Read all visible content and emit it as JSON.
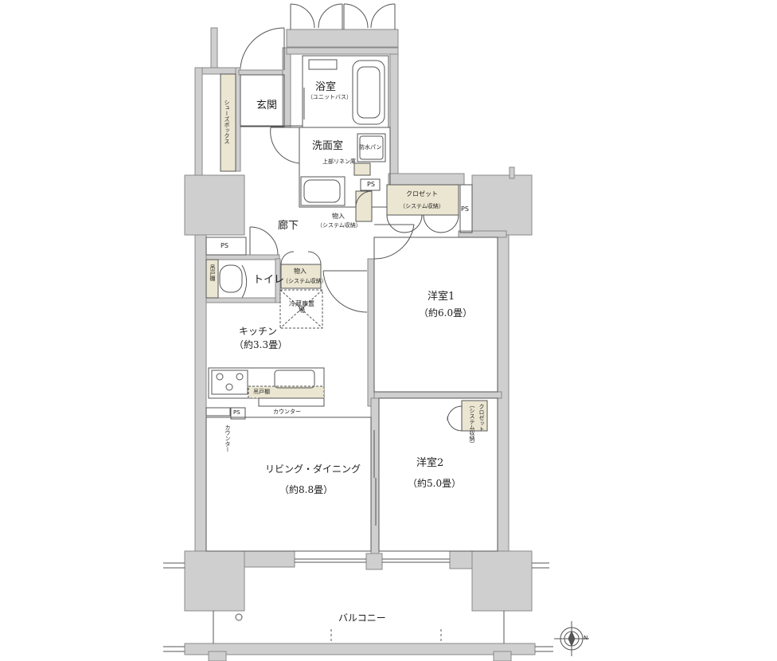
{
  "rooms": {
    "genkan": "玄関",
    "shoes_box": "シューズボックス",
    "bath": "浴室",
    "bath_note": "（ユニットバス）",
    "washroom": "洗面室",
    "waterproof_pan": "防水パン",
    "linen": "上部リネン庫",
    "corridor": "廊下",
    "storage1": "物入",
    "storage1_note": "（システム収納）",
    "storage2": "物入",
    "storage2_note": "（システム収納）",
    "toilet": "トイレ",
    "hanging_shelf_toilet": "吊戸棚",
    "fridge": "冷蔵庫置場",
    "kitchen": "キッチン",
    "kitchen_size": "（約3.3畳）",
    "hanging_shelf_kitchen": "吊戸棚",
    "counter1": "カウンター",
    "counter2": "カウンター",
    "living": "リビング・ダイニング",
    "living_size": "（約8.8畳）",
    "room1": "洋室1",
    "room1_size": "（約6.0畳）",
    "room2": "洋室2",
    "room2_size": "（約5.0畳）",
    "closet1": "クロゼット",
    "closet1_note": "（システム収納）",
    "closet2": "クロゼット",
    "closet2_note": "（システム収納）",
    "balcony": "バルコニー"
  },
  "ps_labels": [
    "PS",
    "PS",
    "PS",
    "PS"
  ],
  "compass": {
    "north": "N"
  },
  "colors": {
    "wall": "#cfcfcf",
    "wall_stroke": "#8a8a8a",
    "storage_fill": "#ebe6d2",
    "line": "#555555"
  }
}
